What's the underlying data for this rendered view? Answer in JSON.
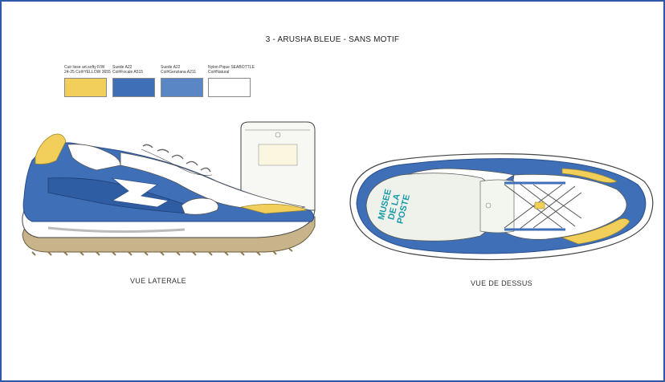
{
  "title": "3 - ARUSHA BLEUE - SANS MOTIF",
  "swatches": [
    {
      "line1": "Cuir lisse art.softy F/W",
      "line2": "24-25 Col#YELLOW 3655",
      "color": "#f2cf5a"
    },
    {
      "line1": "Suede A22",
      "line2": "Col#Focale A515",
      "color": "#3e6fb7"
    },
    {
      "line1": "Suede A22",
      "line2": "Col#Genziana A211",
      "color": "#5a86c6"
    },
    {
      "line1": "Nylon Pique SEABOTTLE",
      "line2": "Col#Natural",
      "color": "#ffffff"
    }
  ],
  "insole_text": [
    "MUSEE",
    "DE LA",
    "POSTE"
  ],
  "captions": {
    "side": "VUE LATERALE",
    "top": "VUE DE DESSUS"
  },
  "colors": {
    "frame": "#2d5aa8",
    "blue": "#3e6fb7",
    "blue_dark": "#2f5da3",
    "yellow": "#f2cf5a",
    "sole": "#c8b48a",
    "teal": "#1a9aa8"
  }
}
